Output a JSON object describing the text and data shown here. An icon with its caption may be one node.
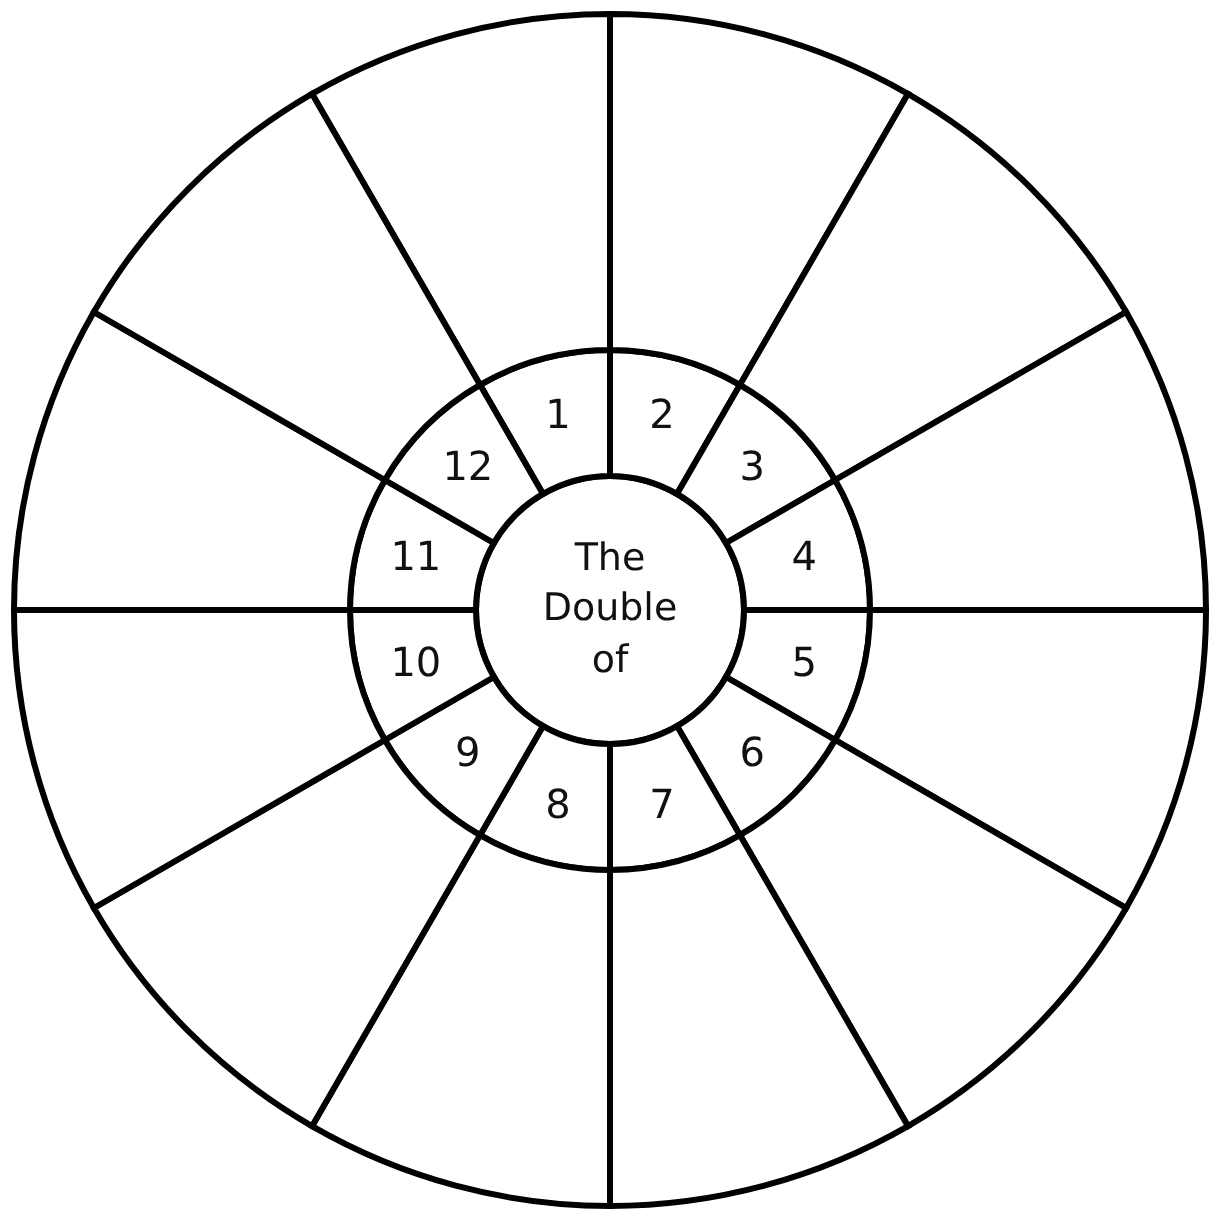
{
  "diagram": {
    "nodes": [
      {
        "text": [
          "The Double of"
        ]
      },
      {
        "text": [
          "1"
        ]
      },
      {
        "text": [
          "2"
        ]
      },
      {
        "text": [
          "3"
        ]
      },
      {
        "text": [
          "4"
        ]
      },
      {
        "text": [
          "5"
        ]
      },
      {
        "text": [
          "6"
        ]
      },
      {
        "text": [
          "7"
        ]
      },
      {
        "text": [
          "8"
        ]
      },
      {
        "text": [
          "9"
        ]
      },
      {
        "text": [
          "10"
        ]
      },
      {
        "text": [
          "11"
        ]
      },
      {
        "text": [
          "12"
        ]
      },
      {
        "text": [],
        "shape": "sector"
      },
      {
        "text": [],
        "shape": "sector"
      },
      {
        "text": [],
        "shape": "sector"
      },
      {
        "text": [],
        "shape": "sector"
      },
      {
        "text": [],
        "shape": "sector"
      },
      {
        "text": [],
        "shape": "sector"
      },
      {
        "text": [],
        "shape": "sector"
      },
      {
        "text": [],
        "shape": "sector"
      },
      {
        "text": [],
        "shape": "sector"
      },
      {
        "text": [],
        "shape": "sector"
      },
      {
        "text": [],
        "shape": "sector"
      },
      {
        "text": [],
        "shape": "sector"
      }
    ]
  }
}
